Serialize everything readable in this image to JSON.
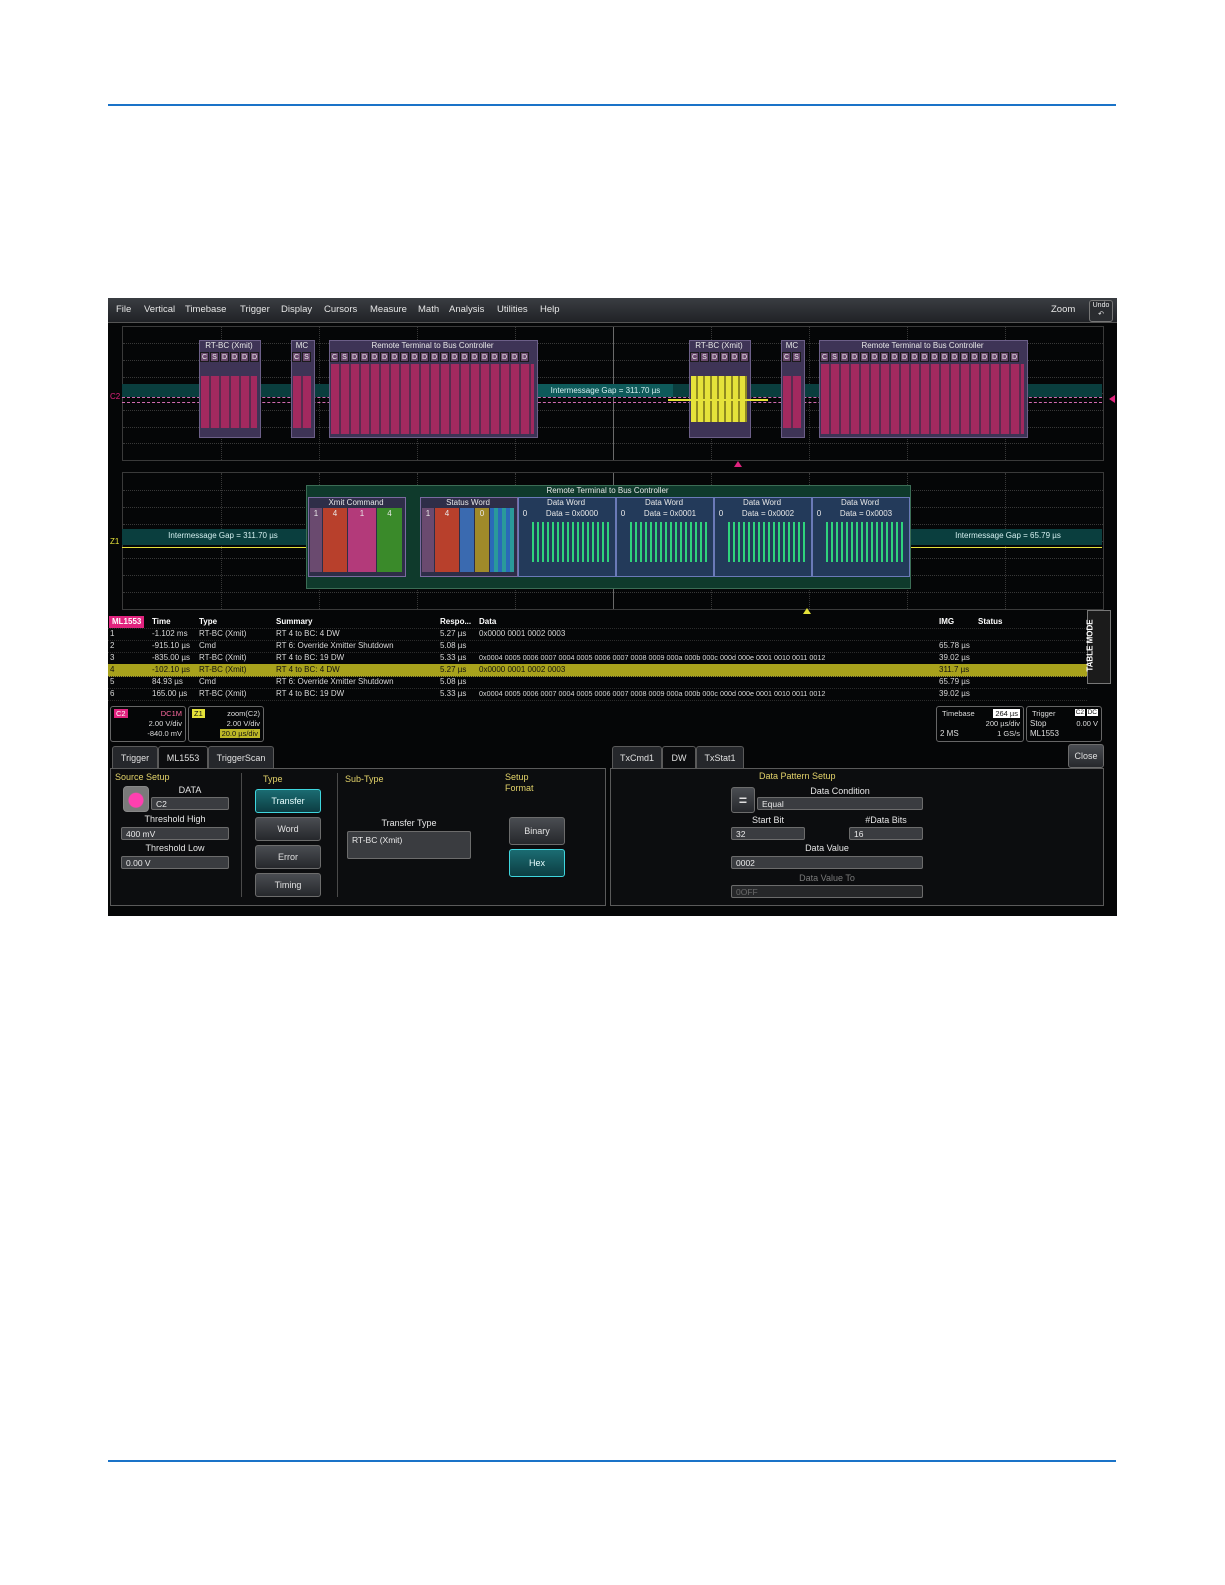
{
  "menu": [
    "File",
    "Vertical",
    "Timebase",
    "Trigger",
    "Display",
    "Cursors",
    "Measure",
    "Math",
    "Analysis",
    "Utilities",
    "Help"
  ],
  "zoom_label": "Zoom",
  "undo_label": "Undo",
  "upper": {
    "frames": [
      "RT-BC (Xmit)",
      "MC",
      "Remote Terminal to Bus Controller",
      "RT-BC (Xmit)",
      "MC",
      "Remote Terminal to Bus Controller"
    ],
    "gap": "Intermessage Gap = 311.70 µs",
    "ch_label": "C2",
    "cells_a": [
      "C",
      "S",
      "D",
      "D",
      "D",
      "D"
    ],
    "cells_mc": [
      "C",
      "S"
    ],
    "cell_c": "C",
    "cell_s": "S",
    "cell_d": "D"
  },
  "lower": {
    "ch_label": "Z1",
    "title": "Remote Terminal to Bus Controller",
    "words": [
      "Xmit Command",
      "Status Word",
      "Data Word",
      "Data Word",
      "Data Word",
      "Data Word"
    ],
    "data_vals": [
      "Data = 0x0000",
      "Data = 0x0001",
      "Data = 0x0002",
      "Data = 0x0003"
    ],
    "gap_left": "Intermessage Gap = 311.70 µs",
    "gap_right": "Intermessage Gap = 65.79 µs",
    "bit_one": "1",
    "bit_four": "4",
    "bit_zero": "0"
  },
  "table": {
    "badge": "ML1553",
    "headers": [
      "Time",
      "Type",
      "Summary",
      "Respo...",
      "Data",
      "IMG",
      "Status"
    ],
    "rows": [
      [
        "1",
        "-1.102 ms",
        "RT-BC (Xmit)",
        "RT 4 to BC: 4 DW",
        "5.27 µs",
        "0x0000 0001 0002 0003",
        ""
      ],
      [
        "2",
        "-915.10 µs",
        "Cmd",
        "RT 6: Override Xmitter Shutdown",
        "5.08 µs",
        "",
        "65.78 µs"
      ],
      [
        "3",
        "-835.00 µs",
        "RT-BC (Xmit)",
        "RT 4 to BC: 19 DW",
        "5.33 µs",
        "0x0004 0005 0006 0007 0004 0005 0006 0007 0008 0009 000a 000b 000c 000d 000e 0001 0010 0011 0012",
        "39.02 µs"
      ],
      [
        "4",
        "-102.10 µs",
        "RT-BC (Xmit)",
        "RT 4 to BC: 4 DW",
        "5.27 µs",
        "0x0000 0001 0002 0003",
        "311.7 µs"
      ],
      [
        "5",
        "84.93 µs",
        "Cmd",
        "RT 6: Override Xmitter Shutdown",
        "5.08 µs",
        "",
        "65.79 µs"
      ],
      [
        "6",
        "165.00 µs",
        "RT-BC (Xmit)",
        "RT 4 to BC: 19 DW",
        "5.33 µs",
        "0x0004 0005 0006 0007 0004 0005 0006 0007 0008 0009 000a 000b 000c 000d 000e 0001 0010 0011 0012",
        "39.02 µs"
      ]
    ],
    "table_mode": "TABLE MODE"
  },
  "channels": {
    "c2": {
      "name": "C2",
      "coupling": "DC1M",
      "vdiv": "2.00 V/div",
      "offset": "-840.0 mV"
    },
    "z1": {
      "name": "Z1",
      "desc": "zoom(C2)",
      "vdiv": "2.00 V/div",
      "tdiv": "20.0 µs/div"
    },
    "timebase": {
      "label": "Timebase",
      "delay": "264 µs",
      "tdiv": "200 µs/div",
      "samples": "2 MS",
      "rate": "1 GS/s"
    },
    "trigger": {
      "label": "Trigger",
      "mode": "Stop",
      "level": "0.00 V",
      "source": "ML1553",
      "badge1": "C2",
      "badge2": "DC"
    }
  },
  "left_panel": {
    "tabs": [
      "Trigger",
      "ML1553",
      "TriggerScan"
    ],
    "source_setup": "Source Setup",
    "data_label": "DATA",
    "data_value": "C2",
    "thr_high_label": "Threshold High",
    "thr_high_value": "400 mV",
    "thr_low_label": "Threshold Low",
    "thr_low_value": "0.00 V",
    "type_label": "Type",
    "type_buttons": [
      "Transfer",
      "Word",
      "Error",
      "Timing"
    ],
    "subtype_label": "Sub-Type",
    "transfer_type_label": "Transfer Type",
    "transfer_type_value": "RT-BC (Xmit)",
    "setup_label": "Setup",
    "format_label": "Format",
    "format_buttons": [
      "Binary",
      "Hex"
    ]
  },
  "right_panel": {
    "tabs": [
      "TxCmd1",
      "DW",
      "TxStat1"
    ],
    "close": "Close",
    "title": "Data Pattern Setup",
    "eq_symbol": "=",
    "cond_label": "Data Condition",
    "cond_value": "Equal",
    "start_bit_label": "Start Bit",
    "start_bit_value": "32",
    "nbits_label": "#Data Bits",
    "nbits_value": "16",
    "dv_label": "Data Value",
    "dv_value": "0002",
    "dvto_label": "Data Value To",
    "dvto_value": "0OFF"
  },
  "colors": {
    "accent": "#1a73c8",
    "c2": "#e0237e",
    "z1": "#e5e23a",
    "selection": "#3fd6de",
    "highlight_row": "#a8a21c"
  }
}
